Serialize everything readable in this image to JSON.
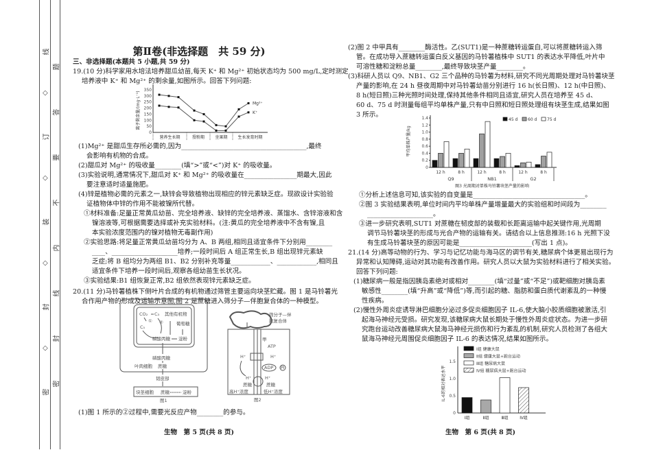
{
  "binding_margin": {
    "outer": [
      "线",
      "◇",
      "订",
      "◇",
      "装",
      "◇",
      "封",
      "◇",
      "密"
    ],
    "inner": [
      "题",
      "答",
      "要",
      "不",
      "内",
      "线",
      "封",
      "密"
    ]
  },
  "left_page": {
    "title": "第Ⅱ卷(非选择题　共 59 分)",
    "section": "三、非选择题(本题共 5 小题,共 59 分)",
    "q19_intro": [
      "19.(10 分)科学家用水培法培养甜瓜幼苗,每天 K⁺ 和 Mg²⁺ 初始状态均为 500 mg/L,定时测定",
      "培养液中 K⁺ 和 Mg²⁺ 的剩余量,如图所示。回答下列问题:"
    ],
    "q19_parts": [
      "(1)Mg²⁺ 是甜瓜生存所必需的,因为______________________________________,最终",
      "会影响有机物的合成。",
      "(2)甜瓜对 Mg²⁺ 的吸收量________(填“>”或“<”)对 K⁺ 的吸收量。",
      "(3)实验说明,通常情况下,甜瓜对 K⁺ 和 Mg²⁺ 的吸收量在________________期最大,因此",
      "要注意适时适量施肥。",
      "(4)锌是植物必需的元素之一,缺锌会导致植物出现相应的锌元素缺乏症。现欲设计实验验",
      "证植物体中锌的作用不能被镍所代替。",
      "①材料准备:足量正常黄瓜幼苗、完全培养液、缺锌的完全培养液、蒸馏水、含锌溶液和含",
      "镍溶液等,可根据需要选择或补充实验材料。(注:黄瓜的完全培养液中不含有镍,且",
      "本实验浓度范围内的镍对植物无毒副作用)",
      "②实验思路:将足量正常黄瓜幼苗均分为 A、B 两组,相同且适宜条件下分别用________",
      "____、____________________培养;一段时间后 A 组正常生长,B 组出现锌元素缺",
      "乏症;将 B 组均分为两组 B1、B2 分别补充等量____________、____________,相同且",
      "适宜条件下培养一段时间后,观察各组幼苗生长状况。",
      "③实验结果:B1 组恢复正常,B2 组依然表现锌元素缺乏症。"
    ],
    "q20_intro": [
      "20.(11 分)马铃薯植株下侧叶片合成的有机物通过筛管主要运向块茎贮藏。图 1 是马铃薯光",
      "合作用产物的形成及运输示意图,图 2 是蔗糖进入筛分子—伴胞复合体的一种模型。"
    ],
    "q20_part1": "(1)图 1 所示的②过程中,需要光反应产物________的参与。",
    "figure1": {
      "co2": "CO₂",
      "c3": "C₃",
      "c5": "C₅",
      "step1": "①",
      "step2": "②",
      "other_organics": "其他有机物",
      "glucose": "葡萄糖",
      "triose_phosphate": "磷酸丙糖",
      "starch": "淀粉",
      "triose_phosphate_2": "磷酸丙糖",
      "mesophyll": "叶肉细胞",
      "sucrose": "蔗糖",
      "phloem": "韧皮部",
      "tuber_cell": "块茎细胞",
      "sucrose_2": "蔗糖",
      "starch_2": "淀粉",
      "caption": "图1"
    },
    "figure2": {
      "complex": "筛分子—伴",
      "complex2": "胞复合体",
      "jia": "甲",
      "atp": "ATP",
      "h1": "H⁺",
      "h2": "H⁺",
      "adp": "ADP",
      "pi": "Pi",
      "h3": "H⁺",
      "h4": "H⁺",
      "sucrose_l": "蔗糖",
      "sucrose_r": "蔗糖",
      "high": "高H⁺浓度",
      "low": "低H⁺浓度",
      "yi": "乙",
      "caption": "图2"
    },
    "footer": "生物　第 5 页(共 8 页)"
  },
  "right_page": {
    "block1": [
      "(2)图 2 中甲具有________酶活性。乙(SUT1)是一种蔗糖转运蛋白,可以将蔗糖转运入筛",
      "管。在成功导入蔗糖转运蛋白反义基因的马铃薯植株中 SUT1 的表达水平降低,叶片中",
      "可溶性糖和淀粉总量________,最终导致块茎产量________。",
      "(3)科研人员以 Q9、NB1、G2 三个品种的马铃薯为材料,研究不同光周期处理对马铃薯块茎",
      "产量的影响,在 24 h 昼夜周期中对马铃薯幼苗分别进行 16 h(长日照)、12 h(中日照)、",
      "8 h(短日照)三种光照时间处理,保持其他条件相同且适宜,研究人员在培养至 45 d、",
      "60 d、75 d 时测量每组平均单株产量,只有中日照和短日照处理组有块茎生成,结果如图",
      "3 所示。"
    ],
    "block2": [
      "①分析上述信息可知,该实验的自变量是__________________________________。",
      "②图 3 实验结果表明,单位时间内平均单株产量增量最大的实验组和时间段为________",
      "____________________。",
      "③进一步研究表明,SUT1 对蔗糖在韧皮部的装载和长距离运输中起关键作用,光周期",
      "调节马铃薯块茎的形成与光合产物的运输有关。请结合以上信息推测:16 h 光照下没",
      "有生成马铃薯块茎的原因可能是______________________(写出 1 点)。",
      "21.(14 分)高等动物的行为、学习与记忆功能与海马区的调节有关,糖尿病个体更易出现行为",
      "异常和认知障碍,运动对其功能有改善作用。研究人员以大鼠为实验材料进行了相关实验。",
      "回答下列问题:",
      "(1)糖尿病一般是指因胰岛素绝对或相对________(填“过量”或“不足”)或靶细胞对胰岛素",
      "敏感性________(填“升高”或“降低”)等,而引起的糖、脂肪和蛋白质代谢紊乱的一种慢",
      "性疾病。",
      "(2)慢性外周炎症诱导淋巴细胞分泌过多促炎细胞因子 IL-6,使大脑小胶质细胞被激活,引",
      "起海马神经元受损。研究发现,该糖尿病大鼠长期处于慢性外周炎症状态。为进一步研",
      "究跑台运动改善糖尿病大鼠海马神经元损伤和行为紊乱的机制,研究人员检测了各组大",
      "鼠海马神经元周围促炎细胞因子 IL-6 的表达情况,结果如图所示。"
    ],
    "footer": "生物　第 6 页(共 8 页)"
  },
  "chart_data": [
    {
      "type": "line",
      "ylabel": "离子剩余量/(mg·L⁻¹)",
      "yticks": [
        0,
        50,
        100,
        150,
        200,
        250,
        300,
        350
      ],
      "ylim": [
        0,
        350
      ],
      "stages": [
        "营养生长期",
        "授粉期",
        "坐果期",
        "生长发育时期"
      ],
      "stage_point_counts": [
        3,
        2,
        2,
        2
      ],
      "series": [
        {
          "name": "Mg²⁺",
          "values": [
            310,
            300,
            290,
            180,
            150,
            60,
            50,
            190,
            240
          ]
        },
        {
          "name": "K⁺",
          "values": [
            220,
            210,
            205,
            100,
            90,
            15,
            15,
            130,
            165
          ]
        }
      ]
    },
    {
      "type": "bar",
      "ylabel": "平均单株产量/kg",
      "yticks": [
        "0",
        "0.2",
        "0.4",
        "0.6",
        "0.8",
        "1.0",
        "1.2",
        "1.4"
      ],
      "ylim": [
        0,
        1.4
      ],
      "varieties": [
        "Q9",
        "NB1",
        "G2"
      ],
      "categories": [
        "12 h",
        "8 h",
        "12 h",
        "8 h",
        "12 h",
        "8 h"
      ],
      "series": [
        {
          "name": "45 d",
          "color": "#111111",
          "values": [
            0.2,
            0.25,
            0.25,
            0.25,
            0.05,
            0.08
          ]
        },
        {
          "name": "60 d",
          "color": "#a0a0a0",
          "values": [
            0.4,
            0.4,
            0.95,
            0.31,
            0.13,
            0.32
          ]
        },
        {
          "name": "75 d",
          "color": "#ffffff",
          "values": [
            0.73,
            0.52,
            1.3,
            0.4,
            0.15,
            0.43
          ]
        }
      ],
      "legend": "top-right",
      "caption": "图3 光周期对单株马铃薯块茎产量的影响"
    },
    {
      "type": "bar",
      "ylabel": "IL-6的相对表达水平",
      "yticks": [
        "0",
        "0.5",
        "1.0",
        "1.5"
      ],
      "ylim": [
        0,
        1.8
      ],
      "categories": [
        "Ⅰ组",
        "Ⅱ组",
        "Ⅲ组",
        "Ⅳ组"
      ],
      "values": [
        0.45,
        0.38,
        1.03,
        0.74
      ],
      "fills": [
        "#111111",
        "#a8a8a8",
        "#ffffff",
        "hatch"
      ],
      "legend_entries": [
        "Ⅰ组 健康大鼠",
        "Ⅱ组 健康大鼠+跑台运动",
        "Ⅲ组 糖尿病大鼠",
        "Ⅳ组 糖尿病大鼠+跑台运动"
      ],
      "legend": "top-right"
    }
  ]
}
